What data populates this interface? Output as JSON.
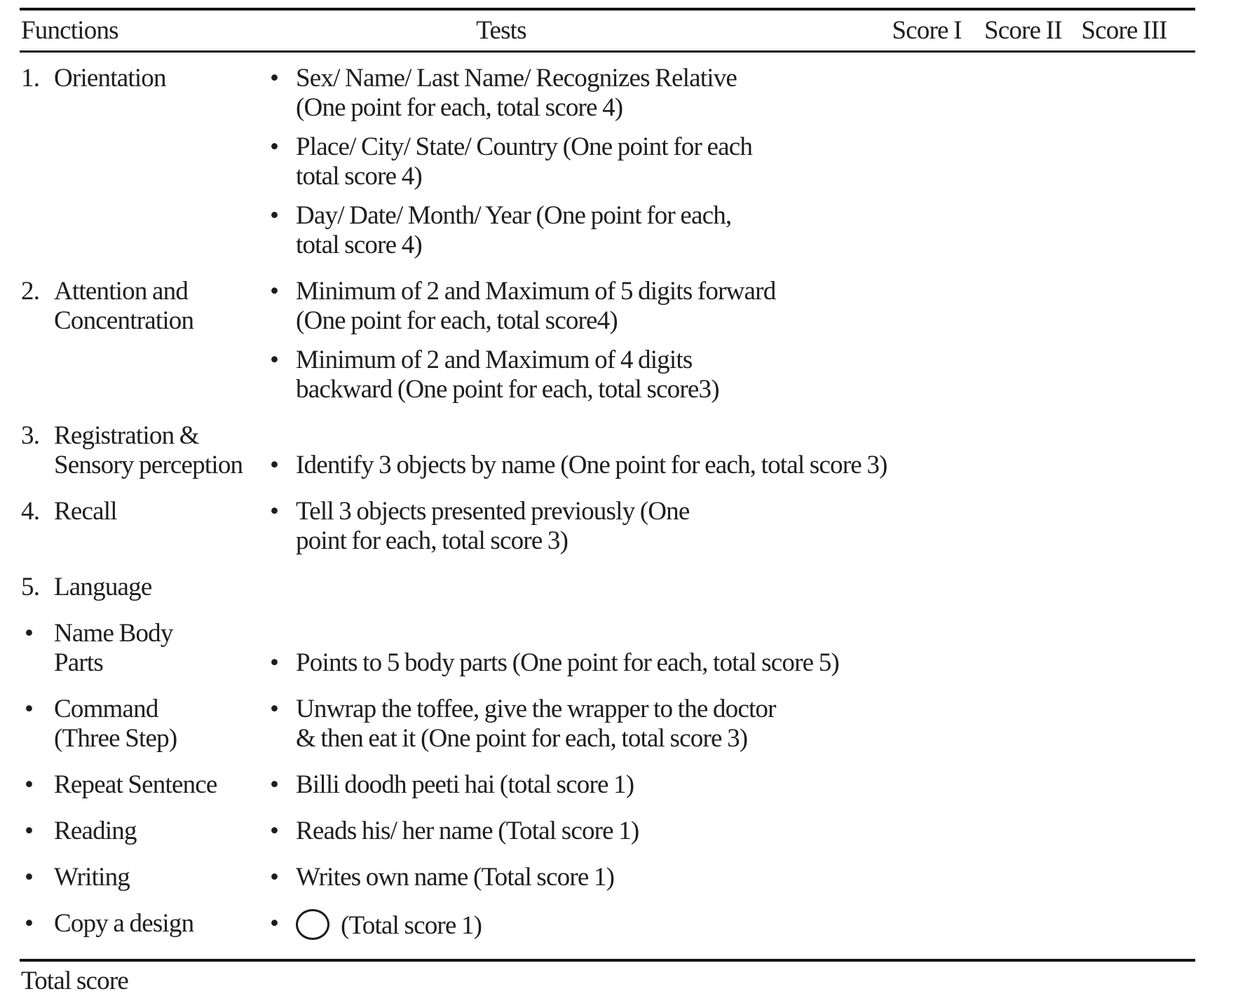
{
  "table": {
    "headers": {
      "functions": "Functions",
      "tests": "Tests",
      "score1": "Score I",
      "score2": "Score II",
      "score3": "Score III"
    },
    "rows": [
      {
        "marker": "1.",
        "function_lines": [
          "Orientation"
        ],
        "tests": [
          {
            "lines": [
              "Sex/ Name/ Last Name/ Recognizes Relative",
              "(One point for each, total score 4)"
            ]
          },
          {
            "lines": [
              "Place/ City/ State/ Country (One point for each",
              "total score 4)"
            ]
          },
          {
            "lines": [
              "Day/ Date/ Month/ Year (One point for each,",
              "total score 4)"
            ]
          }
        ]
      },
      {
        "marker": "2.",
        "function_lines": [
          "Attention and",
          "Concentration"
        ],
        "tests": [
          {
            "lines": [
              "Minimum of 2 and Maximum of 5 digits forward",
              "(One point for each, total score4)"
            ]
          },
          {
            "lines": [
              "Minimum of 2 and Maximum of 4 digits",
              "backward (One point for each, total score3)"
            ]
          }
        ]
      },
      {
        "marker": "3.",
        "align": "bottom",
        "function_lines": [
          "Registration &",
          "Sensory perception"
        ],
        "tests": [
          {
            "lines": [
              "Identify 3 objects by name (One point for each, total score 3)"
            ]
          }
        ]
      },
      {
        "marker": "4.",
        "function_lines": [
          "Recall"
        ],
        "tests": [
          {
            "lines": [
              "Tell 3 objects presented previously (One",
              "point for each, total score 3)"
            ]
          }
        ]
      },
      {
        "marker": "5.",
        "function_lines": [
          "Language"
        ],
        "tests": []
      },
      {
        "marker": "•",
        "align": "bottom",
        "function_lines": [
          "Name Body",
          "Parts"
        ],
        "tests": [
          {
            "lines": [
              "Points to 5 body parts (One point for each, total score 5)"
            ]
          }
        ]
      },
      {
        "marker": "•",
        "function_lines": [
          "Command",
          "(Three Step)"
        ],
        "tests": [
          {
            "lines": [
              "Unwrap the toffee, give the wrapper to the doctor",
              "& then eat it (One point for each, total score 3)"
            ]
          }
        ]
      },
      {
        "marker": "•",
        "function_lines": [
          "Repeat Sentence"
        ],
        "tests": [
          {
            "lines": [
              "Billi doodh peeti hai (total score 1)"
            ]
          }
        ]
      },
      {
        "marker": "•",
        "function_lines": [
          "Reading"
        ],
        "tests": [
          {
            "lines": [
              "Reads his/ her name (Total score 1)"
            ]
          }
        ]
      },
      {
        "marker": "•",
        "function_lines": [
          "Writing"
        ],
        "tests": [
          {
            "lines": [
              "Writes own name (Total score 1)"
            ]
          }
        ]
      },
      {
        "marker": "•",
        "function_lines": [
          "Copy a design"
        ],
        "tests": [
          {
            "shape": "circle",
            "lines": [
              "(Total score 1)"
            ]
          }
        ]
      }
    ],
    "footer_label": "Total score",
    "colors": {
      "text": "#1d1d1d",
      "rule": "#141414",
      "background": "#ffffff"
    }
  }
}
